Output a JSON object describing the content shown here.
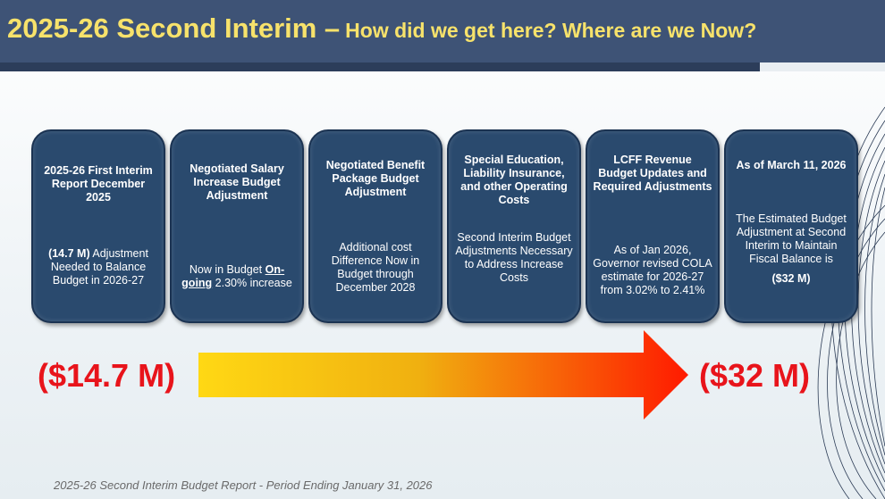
{
  "title": {
    "main": "2025-26 Second Interim –",
    "sub": "How did we get here? Where are we Now?"
  },
  "cards": [
    {
      "heading": "2025-26 First Interim Report December 2025",
      "body_bold": "(14.7 M)",
      "body": " Adjustment Needed to Balance Budget in 2026-27"
    },
    {
      "heading": "Negotiated Salary Increase Budget Adjustment",
      "body": "Now in Budget ",
      "body_underline": "On-going",
      "body_end": " 2.30% increase"
    },
    {
      "heading": "Negotiated Benefit Package Budget Adjustment",
      "body": "Additional cost Difference Now in Budget through December 2028"
    },
    {
      "heading": "Special Education, Liability Insurance, and other Operating Costs",
      "body": "Second Interim Budget Adjustments Necessary to Address Increase Costs"
    },
    {
      "heading": "LCFF Revenue Budget Updates and Required Adjustments",
      "body": "As of Jan 2026, Governor revised COLA estimate for 2026-27 from 3.02% to 2.41%"
    },
    {
      "heading": "As of March 11, 2026",
      "body": "The Estimated Budget Adjustment at Second Interim to Maintain Fiscal Balance is",
      "body_bold": "($32 M)"
    }
  ],
  "arrow": {
    "start_label": "($14.7 M)",
    "end_label": "($32 M)",
    "start_color": "#ffd814",
    "end_color": "#ff1a00"
  },
  "footer": "2025-26 Second Interim Budget Report - Period Ending January 31, 2026"
}
